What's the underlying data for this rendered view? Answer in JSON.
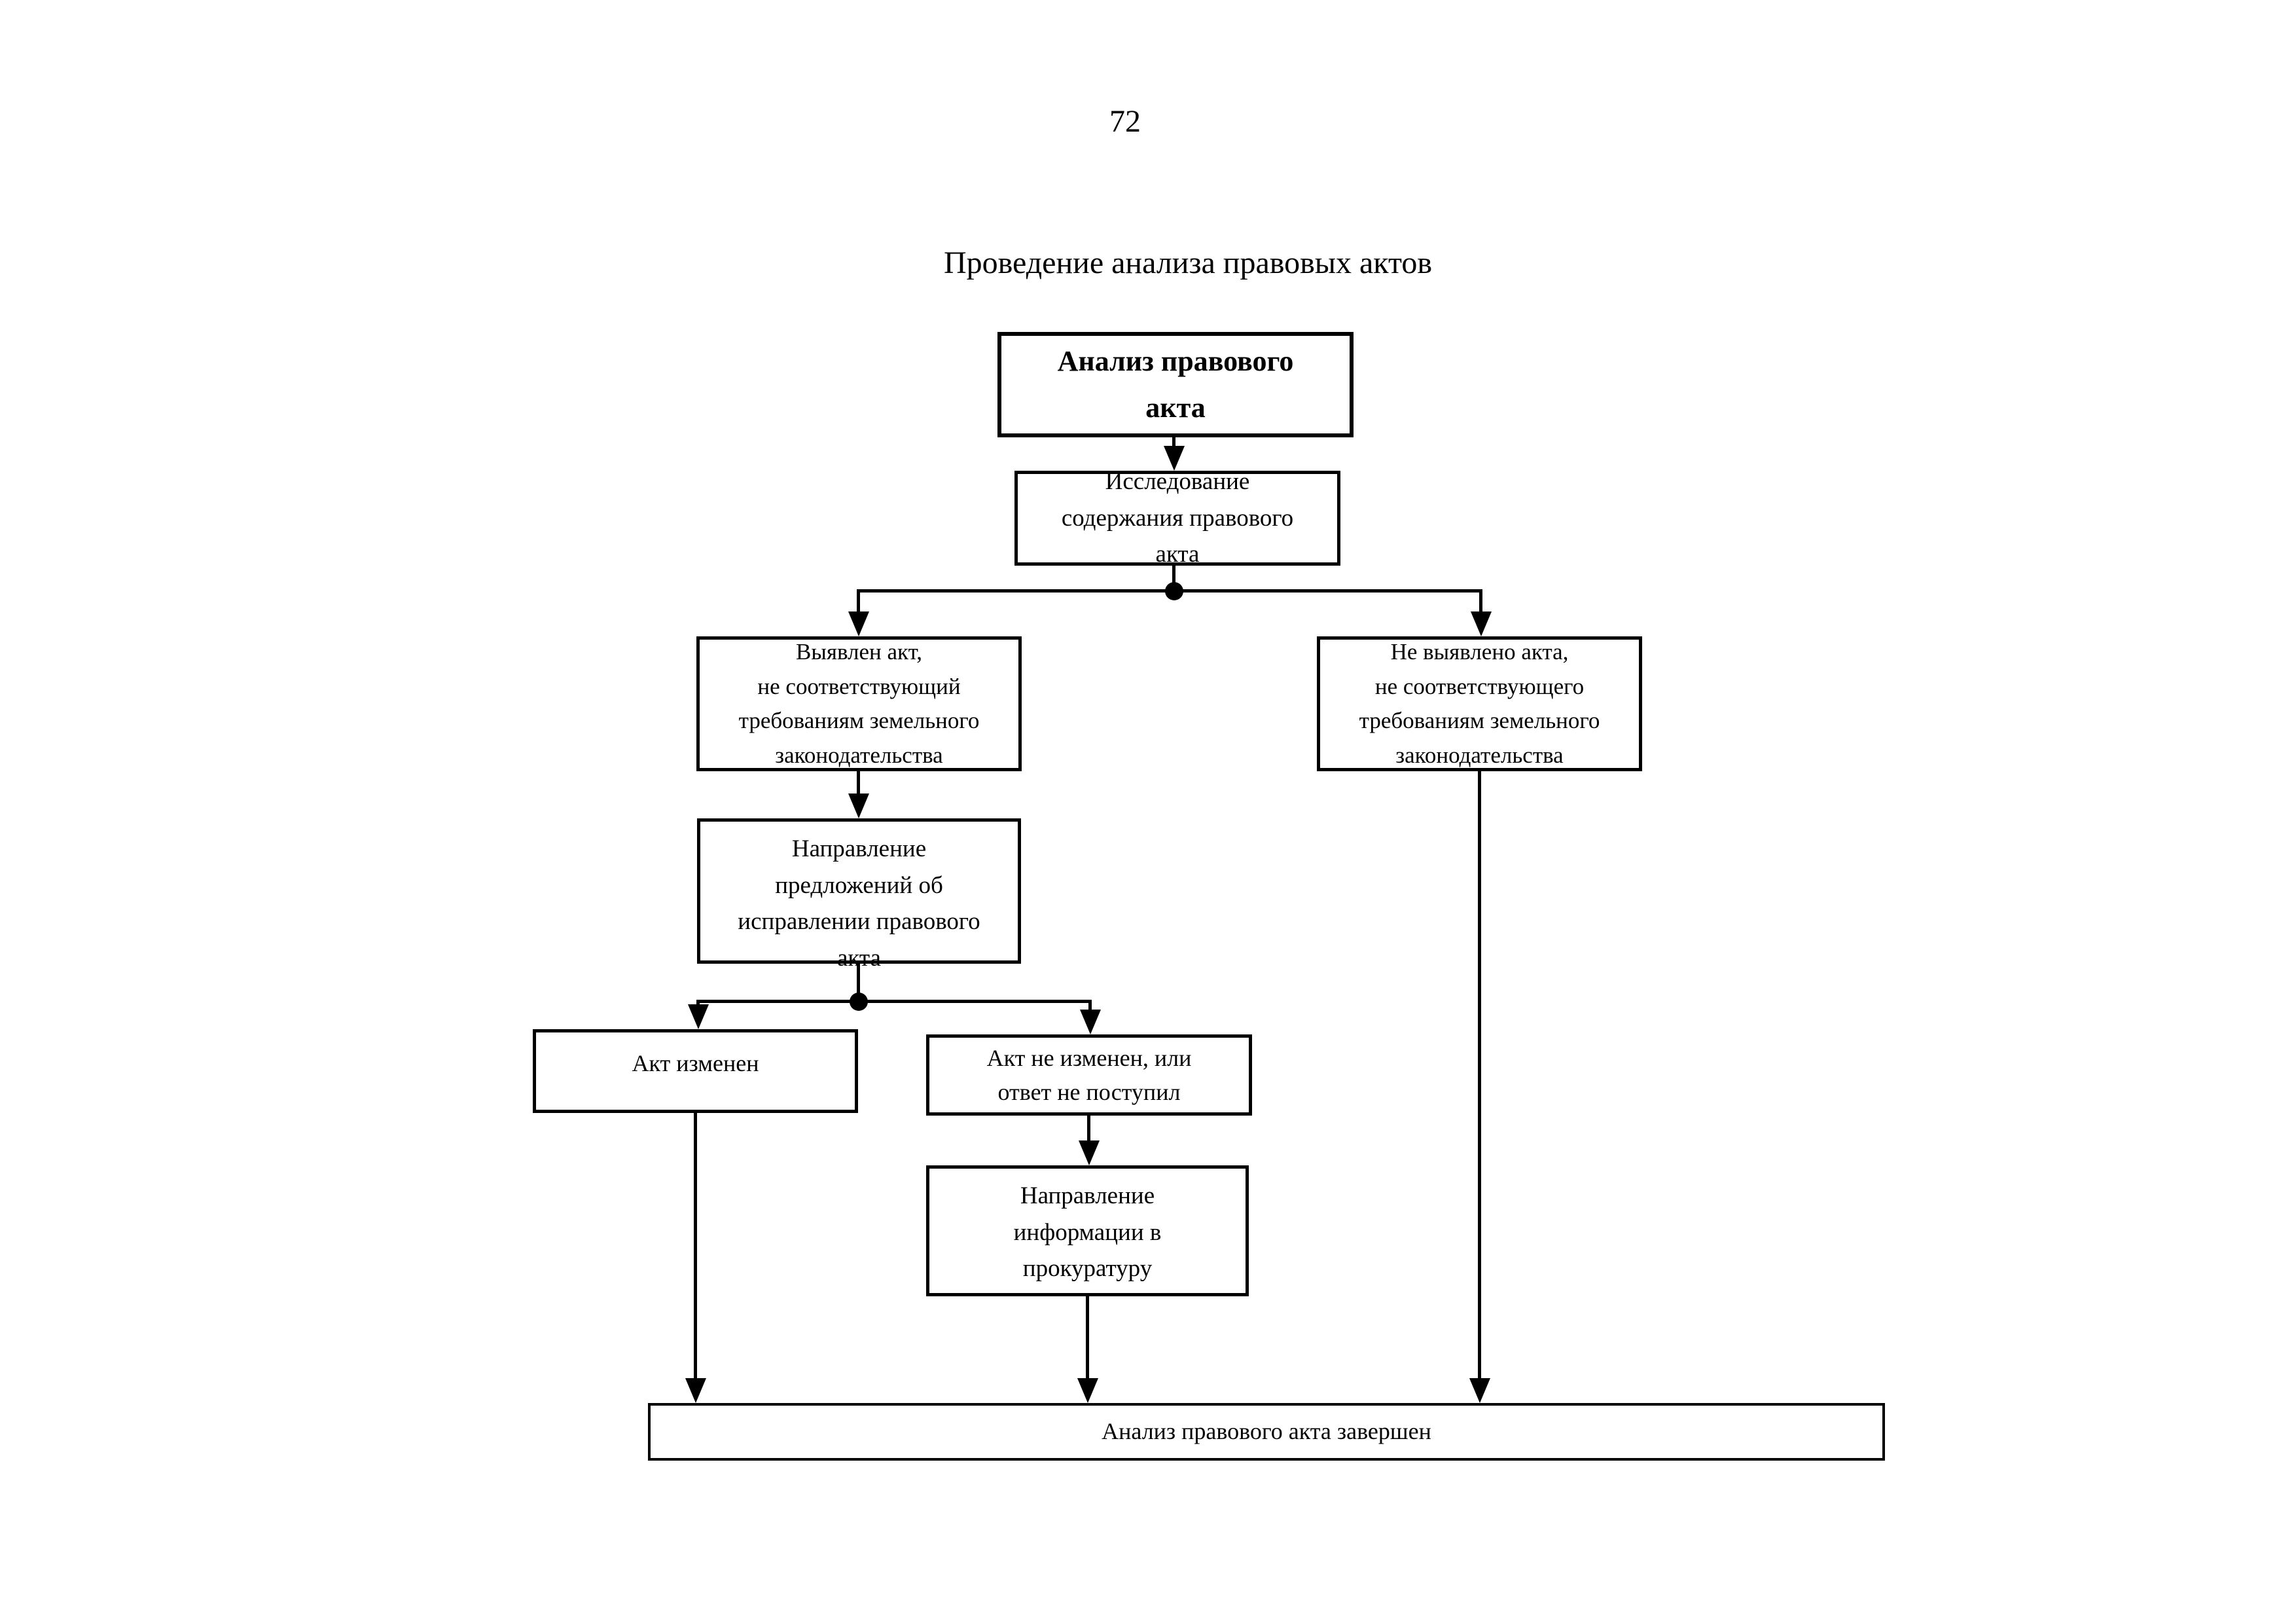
{
  "page": {
    "number": "72",
    "title": "Проведение анализа правовых актов"
  },
  "flowchart": {
    "nodes": {
      "start": {
        "label": "Анализ правового\nакта"
      },
      "research": {
        "label": "Исследование\nсодержания правового\nакта"
      },
      "act_found": {
        "label": "Выявлен акт,\nне соответствующий\nтребованиям земельного\nзаконодательства"
      },
      "act_not_found": {
        "label": "Не выявлено акта,\nне соответствующего\nтребованиям земельного\nзаконодательства"
      },
      "send_proposals": {
        "label": "Направление\nпредложений об\nисправлении правового\nакта"
      },
      "act_changed": {
        "label": "Акт изменен"
      },
      "act_not_changed": {
        "label": "Акт не изменен, или\nответ не поступил"
      },
      "inform_prosecutor": {
        "label": "Направление\nинформации в\nпрокуратуру"
      },
      "finished": {
        "label": "Анализ правового акта завершен"
      }
    },
    "colors": {
      "line": "#000000",
      "box_background": "#ffffff",
      "page_background": "#ffffff"
    }
  }
}
